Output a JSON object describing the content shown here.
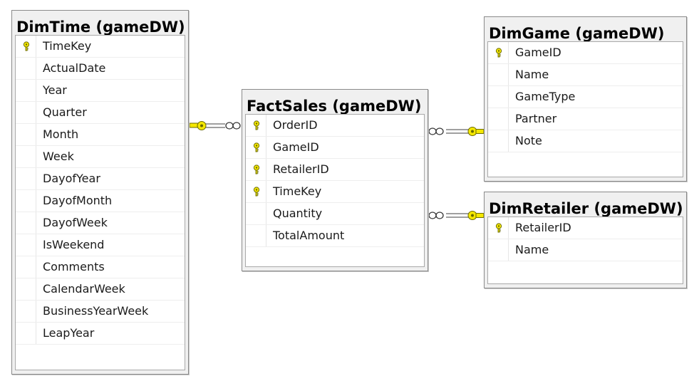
{
  "tables": [
    {
      "id": "dimtime",
      "title": "DimTime (gameDW)",
      "columns": [
        {
          "name": "TimeKey",
          "pk": true
        },
        {
          "name": "ActualDate",
          "pk": false
        },
        {
          "name": "Year",
          "pk": false
        },
        {
          "name": "Quarter",
          "pk": false
        },
        {
          "name": "Month",
          "pk": false
        },
        {
          "name": "Week",
          "pk": false
        },
        {
          "name": "DayofYear",
          "pk": false
        },
        {
          "name": "DayofMonth",
          "pk": false
        },
        {
          "name": "DayofWeek",
          "pk": false
        },
        {
          "name": "IsWeekend",
          "pk": false
        },
        {
          "name": "Comments",
          "pk": false
        },
        {
          "name": "CalendarWeek",
          "pk": false
        },
        {
          "name": "BusinessYearWeek",
          "pk": false
        },
        {
          "name": "LeapYear",
          "pk": false
        }
      ]
    },
    {
      "id": "factsales",
      "title": "FactSales (gameDW)",
      "columns": [
        {
          "name": "OrderID",
          "pk": true
        },
        {
          "name": "GameID",
          "pk": true
        },
        {
          "name": "RetailerID",
          "pk": true
        },
        {
          "name": "TimeKey",
          "pk": true
        },
        {
          "name": "Quantity",
          "pk": false
        },
        {
          "name": "TotalAmount",
          "pk": false
        }
      ]
    },
    {
      "id": "dimgame",
      "title": "DimGame (gameDW)",
      "columns": [
        {
          "name": "GameID",
          "pk": true
        },
        {
          "name": "Name",
          "pk": false
        },
        {
          "name": "GameType",
          "pk": false
        },
        {
          "name": "Partner",
          "pk": false
        },
        {
          "name": "Note",
          "pk": false
        }
      ]
    },
    {
      "id": "dimretailer",
      "title": "DimRetailer (gameDW)",
      "columns": [
        {
          "name": "RetailerID",
          "pk": true
        },
        {
          "name": "Name",
          "pk": false
        }
      ]
    }
  ],
  "relationships": [
    {
      "from": "factsales",
      "to": "dimtime",
      "key_end": "dimtime",
      "many_end": "factsales"
    },
    {
      "from": "factsales",
      "to": "dimgame",
      "key_end": "dimgame",
      "many_end": "factsales"
    },
    {
      "from": "factsales",
      "to": "dimretailer",
      "key_end": "dimretailer",
      "many_end": "factsales"
    }
  ],
  "colors": {
    "key": "#f5e800",
    "key_outline": "#6b6b00",
    "line": "#808080",
    "border": "#8a8a8a"
  }
}
